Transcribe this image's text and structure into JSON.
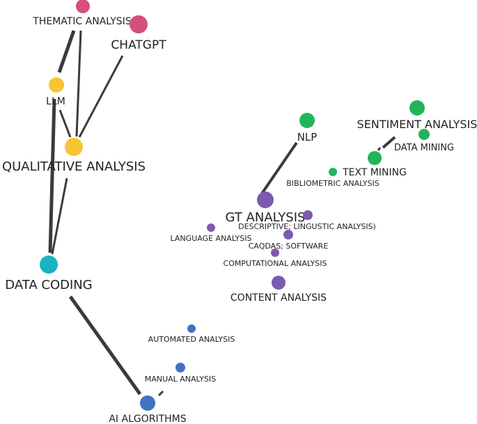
{
  "colors": {
    "pink": "#d4507a",
    "yellow": "#f8c432",
    "teal": "#19b3c4",
    "green": "#22b45a",
    "purple": "#7b5bb0",
    "blue": "#3f74c2",
    "edge": "#3b3b3b"
  },
  "nodes": [
    {
      "id": "thematic-analysis-node",
      "label": "THEMATIC ANALYSIS",
      "color": "pink"
    },
    {
      "id": "chatgpt-node",
      "label": "CHATGPT",
      "color": "pink"
    },
    {
      "id": "llm-node",
      "label": "LLM",
      "color": "yellow"
    },
    {
      "id": "qualitative-analysis-node",
      "label": "QUALITATIVE ANALYSIS",
      "color": "yellow"
    },
    {
      "id": "data-coding-node",
      "label": "DATA CODING",
      "color": "teal"
    },
    {
      "id": "nlp-node",
      "label": "NLP",
      "color": "green"
    },
    {
      "id": "sentiment-analysis-node",
      "label": "SENTIMENT ANALYSIS",
      "color": "green"
    },
    {
      "id": "data-mining-node",
      "label": "DATA MINING",
      "color": "green"
    },
    {
      "id": "text-mining-node",
      "label": "TEXT MINING",
      "color": "green"
    },
    {
      "id": "bibliometric-analysis-node",
      "label": "BIBLIOMETRIC ANALYSIS",
      "color": "green"
    },
    {
      "id": "gt-analysis-node",
      "label": "GT ANALYSIS",
      "color": "purple"
    },
    {
      "id": "descriptive-analysis-node",
      "label": "DESCRIPTIVE; LINGUSTIC ANALYSIS)",
      "color": "purple"
    },
    {
      "id": "language-analysis-node",
      "label": "LANGUAGE ANALYSIS",
      "color": "purple"
    },
    {
      "id": "caqdas-node",
      "label": "CAQDAS; SOFTWARE",
      "color": "purple"
    },
    {
      "id": "computational-analysis-node",
      "label": "COMPUTATIONAL ANALYSIS",
      "color": "purple"
    },
    {
      "id": "content-analysis-node",
      "label": "CONTENT ANALYSIS",
      "color": "purple"
    },
    {
      "id": "automated-analysis-node",
      "label": "AUTOMATED ANALYSIS",
      "color": "blue"
    },
    {
      "id": "manual-analysis-node",
      "label": "MANUAL ANALYSIS",
      "color": "blue"
    },
    {
      "id": "ai-algorithms-node",
      "label": "AI ALGORITHMS",
      "color": "blue"
    }
  ]
}
